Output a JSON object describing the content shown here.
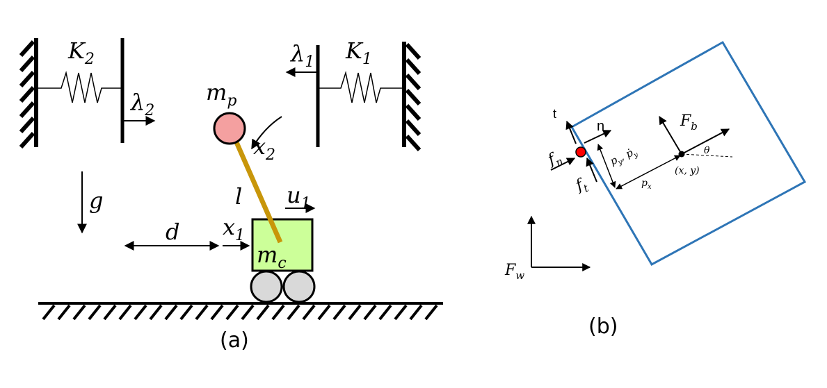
{
  "panel_a": {
    "caption": "(a)",
    "spring_left": {
      "label": "K",
      "sub": "2"
    },
    "spring_right": {
      "label": "K",
      "sub": "1"
    },
    "lambda_left": {
      "label": "λ",
      "sub": "2"
    },
    "lambda_right": {
      "label": "λ",
      "sub": "1"
    },
    "pendulum_mass": {
      "label": "m",
      "sub": "p"
    },
    "angle": {
      "label": "x",
      "sub": "2"
    },
    "length": "l",
    "gravity": "g",
    "distance": "d",
    "position": {
      "label": "x",
      "sub": "1"
    },
    "force": {
      "label": "u",
      "sub": "1"
    },
    "cart_mass": {
      "label": "m",
      "sub": "c"
    },
    "colors": {
      "pendulum_bob": "#f4a0a0",
      "rod": "#c8960a",
      "cart": "#ccff99",
      "wheel": "#d9d9d9"
    }
  },
  "panel_b": {
    "caption": "(b)",
    "tangent": "t",
    "normal": "n",
    "normal_force": {
      "label": "f",
      "sub": "n"
    },
    "tangent_force": {
      "label": "f",
      "sub": "t"
    },
    "body_force": {
      "label": "F",
      "sub": "b"
    },
    "py_label": "p",
    "py_sub": "y",
    "py_sep": ", ",
    "pydot": "ṗ",
    "pydot_sub": "y",
    "px": {
      "label": "p",
      "sub": "x"
    },
    "center": "(x, y)",
    "theta": "θ",
    "world_frame": {
      "label": "F",
      "sub": "w"
    },
    "colors": {
      "box": "#2e75b6",
      "contact": "#ff0000"
    }
  }
}
